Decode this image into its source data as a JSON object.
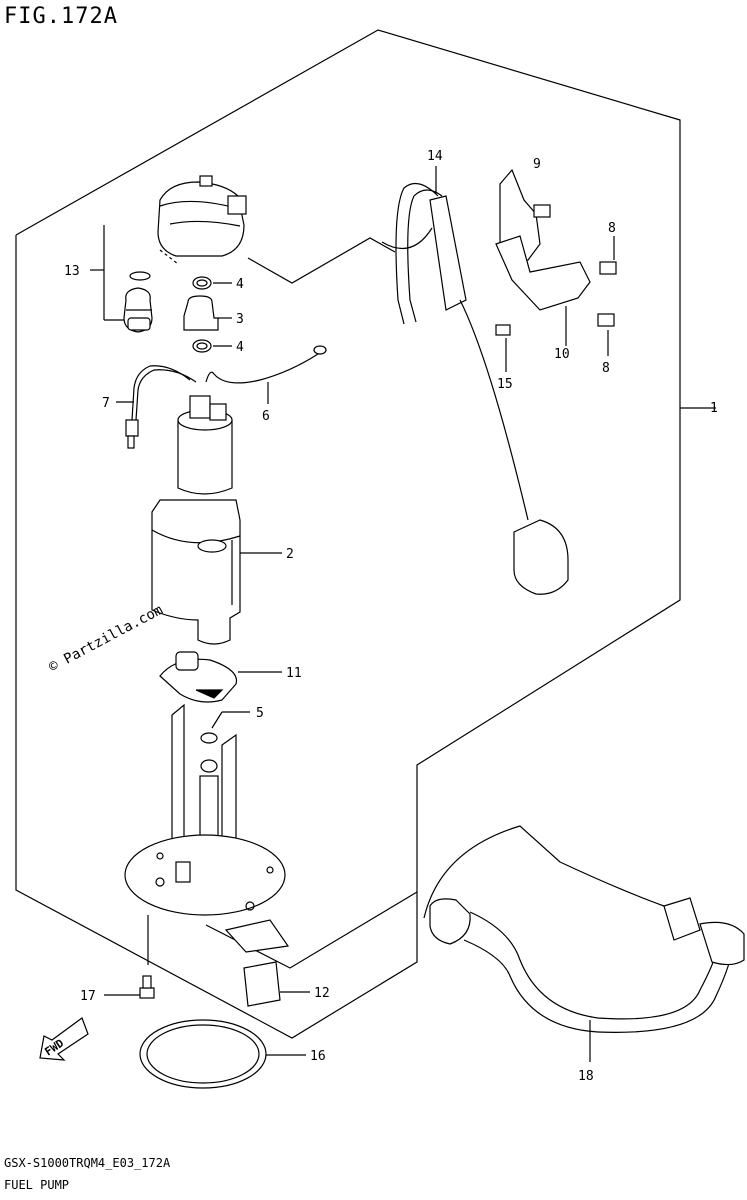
{
  "figure": {
    "title": "FIG.172A",
    "code": "GSX-S1000TRQM4_E03_172A",
    "name": "FUEL PUMP",
    "watermark": "© Partzilla.com",
    "fwd_label": "FWD"
  },
  "callouts": [
    {
      "id": "1",
      "label": "1"
    },
    {
      "id": "2",
      "label": "2"
    },
    {
      "id": "3",
      "label": "3"
    },
    {
      "id": "4a",
      "label": "4"
    },
    {
      "id": "4b",
      "label": "4"
    },
    {
      "id": "5",
      "label": "5"
    },
    {
      "id": "6",
      "label": "6"
    },
    {
      "id": "7",
      "label": "7"
    },
    {
      "id": "8a",
      "label": "8"
    },
    {
      "id": "8b",
      "label": "8"
    },
    {
      "id": "9",
      "label": "9"
    },
    {
      "id": "10",
      "label": "10"
    },
    {
      "id": "11",
      "label": "11"
    },
    {
      "id": "12",
      "label": "12"
    },
    {
      "id": "13",
      "label": "13"
    },
    {
      "id": "14",
      "label": "14"
    },
    {
      "id": "15",
      "label": "15"
    },
    {
      "id": "16",
      "label": "16"
    },
    {
      "id": "17",
      "label": "17"
    },
    {
      "id": "18",
      "label": "18"
    }
  ]
}
